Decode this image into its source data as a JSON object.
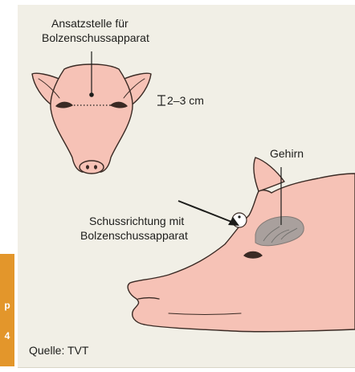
{
  "labels": {
    "target_line1": "Ansatzstelle für",
    "target_line2": "Bolzenschussapparat",
    "distance": "2–3 cm",
    "brain": "Gehirn",
    "direction_line1": "Schussrichtung mit",
    "direction_line2": "Bolzenschussapparat",
    "source": "Quelle: TVT"
  },
  "colors": {
    "background": "#f1efe6",
    "pig_skin": "#f6c2b6",
    "pig_outline": "#3a2a24",
    "brain": "#9c9b99",
    "accent_tab": "#e3962b",
    "text": "#1d1d1b"
  },
  "icons": [
    "pig-head-front-illustration",
    "pig-head-side-illustration",
    "brain-shape",
    "direction-arrow-icon"
  ]
}
